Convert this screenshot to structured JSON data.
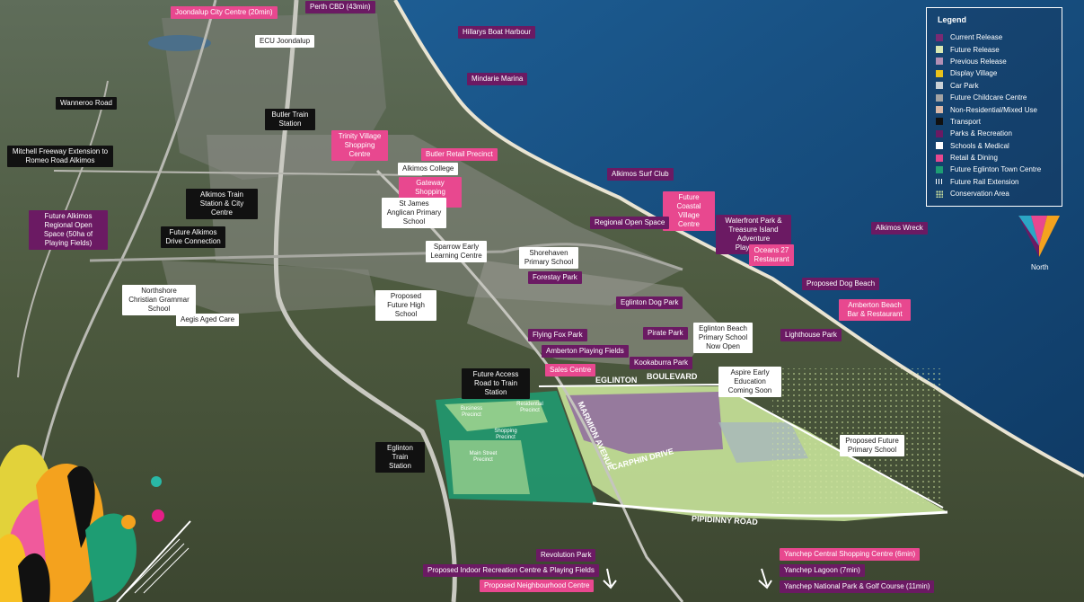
{
  "labels": {
    "joondalup_city_centre": "Joondalup City Centre (20min)",
    "perth_cbd": "Perth CBD (43min)",
    "ecu_joondalup": "ECU Joondalup",
    "hillarys": "Hillarys Boat Harbour",
    "mindarie": "Mindarie Marina",
    "wanneroo": "Wanneroo Road",
    "butler_station": "Butler Train Station",
    "trinity_village": "Trinity Village Shopping Centre",
    "mitchell_freeway": "Mitchell Freeway Extension to Romeo Road Alkimos",
    "butler_retail": "Butler Retail Precinct",
    "alkimos_college": "Alkimos College",
    "gateway_shopping": "Gateway Shopping Precinct",
    "alkimos_surf_club": "Alkimos Surf Club",
    "alkimos_train_station": "Alkimos Train Station & City Centre",
    "st_james": "St James Anglican Primary School",
    "future_coastal": "Future Coastal Village Centre",
    "future_alkimos_open_space": "Future Alkimos Regional Open Space (50ha of Playing Fields)",
    "regional_open_space": "Regional Open Space",
    "waterfront_park": "Waterfront Park & Treasure Island Adventure Playground",
    "future_alkimos_drive": "Future Alkimos Drive Connection",
    "alkimos_wreck": "Alkimos Wreck",
    "oceans_27": "Oceans 27 Restaurant",
    "sparrow": "Sparrow Early Learning Centre",
    "shorehaven": "Shorehaven Primary School",
    "forestay": "Forestay Park",
    "proposed_dog_beach": "Proposed Dog Beach",
    "northshore": "Northshore Christian Grammar School",
    "proposed_high_school": "Proposed Future High School",
    "eglinton_dog_park": "Eglinton Dog Park",
    "amberton_beach_bar": "Amberton Beach Bar & Restaurant",
    "aegis": "Aegis Aged Care",
    "eglinton_beach_ps": "Eglinton Beach Primary School Now Open",
    "flying_fox": "Flying Fox Park",
    "pirate_park": "Pirate Park",
    "lighthouse": "Lighthouse Park",
    "amberton_playing": "Amberton Playing Fields",
    "kookaburra": "Kookaburra Park",
    "sales_centre": "Sales Centre",
    "future_access_road": "Future Access Road to Train Station",
    "aspire": "Aspire Early Education Coming Soon",
    "eglinton_station": "Eglinton Train Station",
    "proposed_future_ps": "Proposed Future Primary School",
    "revolution_park": "Revolution Park",
    "proposed_indoor": "Proposed Indoor Recreation Centre & Playing Fields",
    "proposed_neighbourhood": "Proposed Neighbourhood Centre",
    "yanchep_central": "Yanchep Central Shopping Centre (6min)",
    "yanchep_lagoon": "Yanchep Lagoon (7min)",
    "yanchep_national": "Yanchep National Park & Golf Course (11min)"
  },
  "map_text": {
    "eglinton_boulevard_1": "EGLINTON",
    "eglinton_boulevard_2": "BOULEVARD",
    "marmion_avenue": "MARMION AVENUE",
    "carphin_drive": "CARPHIN DRIVE",
    "pipidinny_road": "PIPIDINNY ROAD",
    "business_precinct": "Business Precinct",
    "residential_precinct": "Residential Precinct",
    "shopping_precinct": "Shopping Precinct",
    "main_street_precinct": "Main Street Precinct"
  },
  "legend": {
    "title": "Legend",
    "items": [
      {
        "label": "Current Release",
        "color": "#7a2a73"
      },
      {
        "label": "Future Release",
        "color": "#d9e8b2"
      },
      {
        "label": "Previous Release",
        "color": "#b48fb4"
      },
      {
        "label": "Display Village",
        "color": "#e9c21b"
      },
      {
        "label": "Car Park",
        "color": "#c9d1d6"
      },
      {
        "label": "Future Childcare Centre",
        "color": "#a3a3a3"
      },
      {
        "label": "Non-Residential/Mixed Use",
        "color": "#d8b7a6"
      },
      {
        "label": "Transport",
        "color": "#111111"
      },
      {
        "label": "Parks & Recreation",
        "color": "#6b1a63"
      },
      {
        "label": "Schools & Medical",
        "color": "#ffffff"
      },
      {
        "label": "Retail & Dining",
        "color": "#e8488f"
      },
      {
        "label": "Future Eglinton Town Centre",
        "color": "#1e9d73"
      },
      {
        "label": "Future Rail Extension",
        "color": "pattern-rail"
      },
      {
        "label": "Conservation Area",
        "color": "pattern-dots"
      }
    ]
  },
  "logo": {
    "text": "North",
    "icon": "v-logo-icon"
  }
}
